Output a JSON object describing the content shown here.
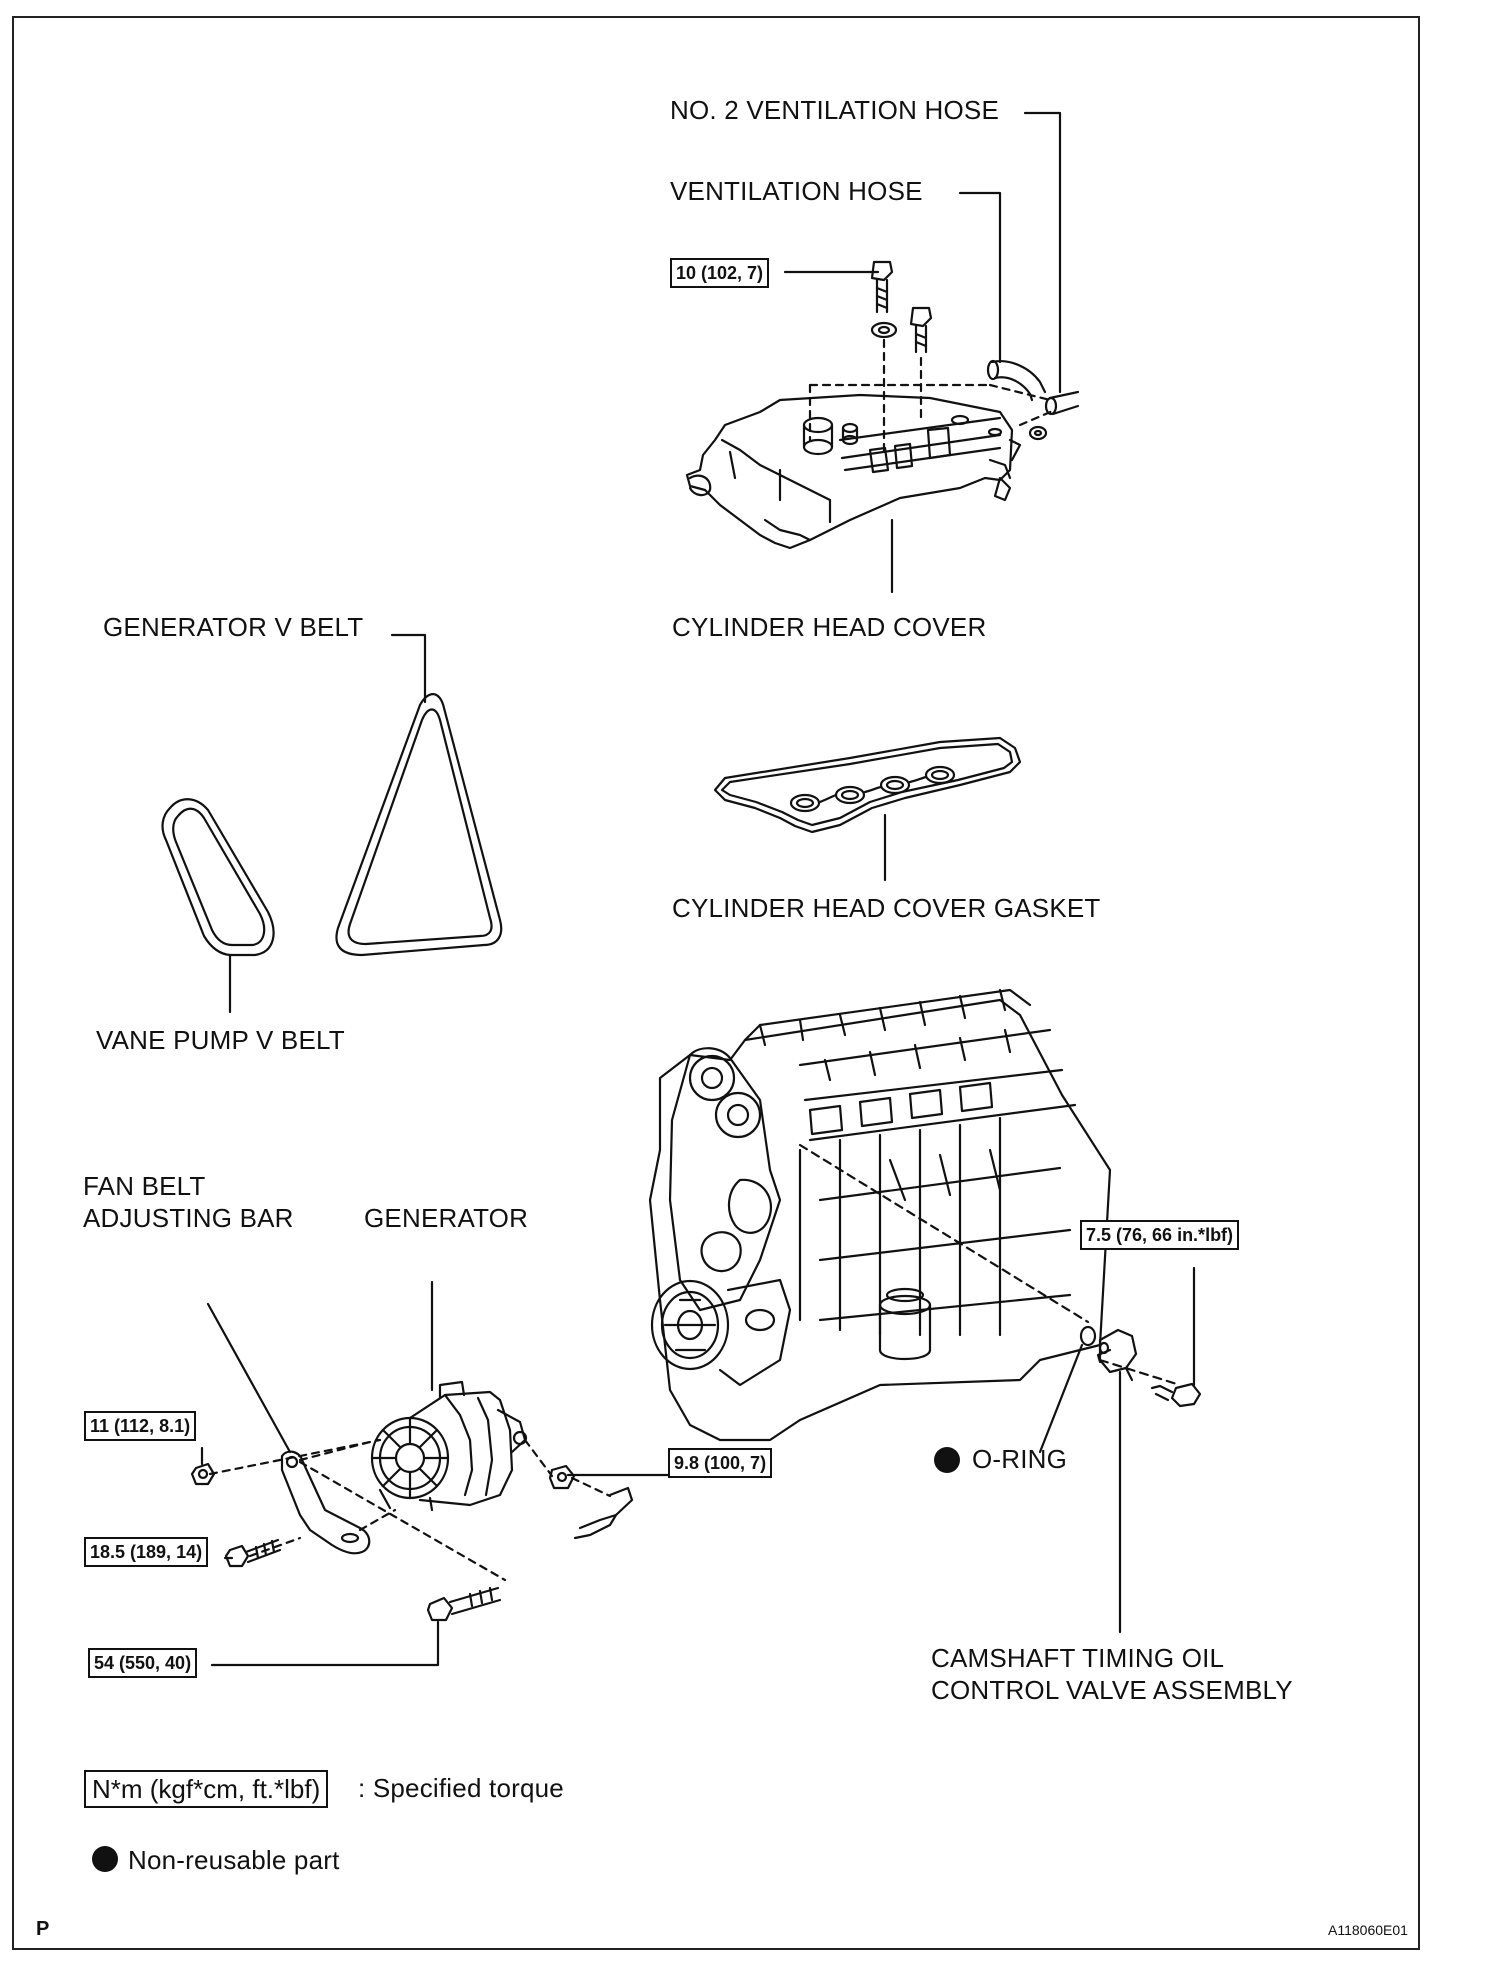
{
  "parts": {
    "no2_ventilation_hose": "NO. 2 VENTILATION HOSE",
    "ventilation_hose": "VENTILATION HOSE",
    "cylinder_head_cover": "CYLINDER HEAD COVER",
    "generator_v_belt": "GENERATOR V BELT",
    "cylinder_head_cover_gasket": "CYLINDER HEAD COVER GASKET",
    "vane_pump_v_belt": "VANE PUMP V BELT",
    "fan_belt_adjusting_bar_line1": "FAN BELT",
    "fan_belt_adjusting_bar_line2": "ADJUSTING BAR",
    "generator": "GENERATOR",
    "o_ring": "O-RING",
    "camshaft_valve_line1": "CAMSHAFT TIMING OIL",
    "camshaft_valve_line2": "CONTROL VALVE ASSEMBLY"
  },
  "torques": {
    "head_cover_bolt": "10 (102, 7)",
    "ocv_bolt": "7.5 (76, 66 in.*lbf)",
    "adjusting_bar_nut": "11 (112, 8.1)",
    "generator_terminal_nut": "9.8 (100, 7)",
    "adjusting_bar_bolt": "18.5 (189, 14)",
    "generator_through_bolt": "54 (550, 40)"
  },
  "legend": {
    "torque_units": "N*m (kgf*cm, ft.*lbf)",
    "torque_desc": ": Specified torque",
    "non_reusable": "Non-reusable part"
  },
  "footer": {
    "section_letter": "P",
    "figure_code": "A118060E01"
  }
}
